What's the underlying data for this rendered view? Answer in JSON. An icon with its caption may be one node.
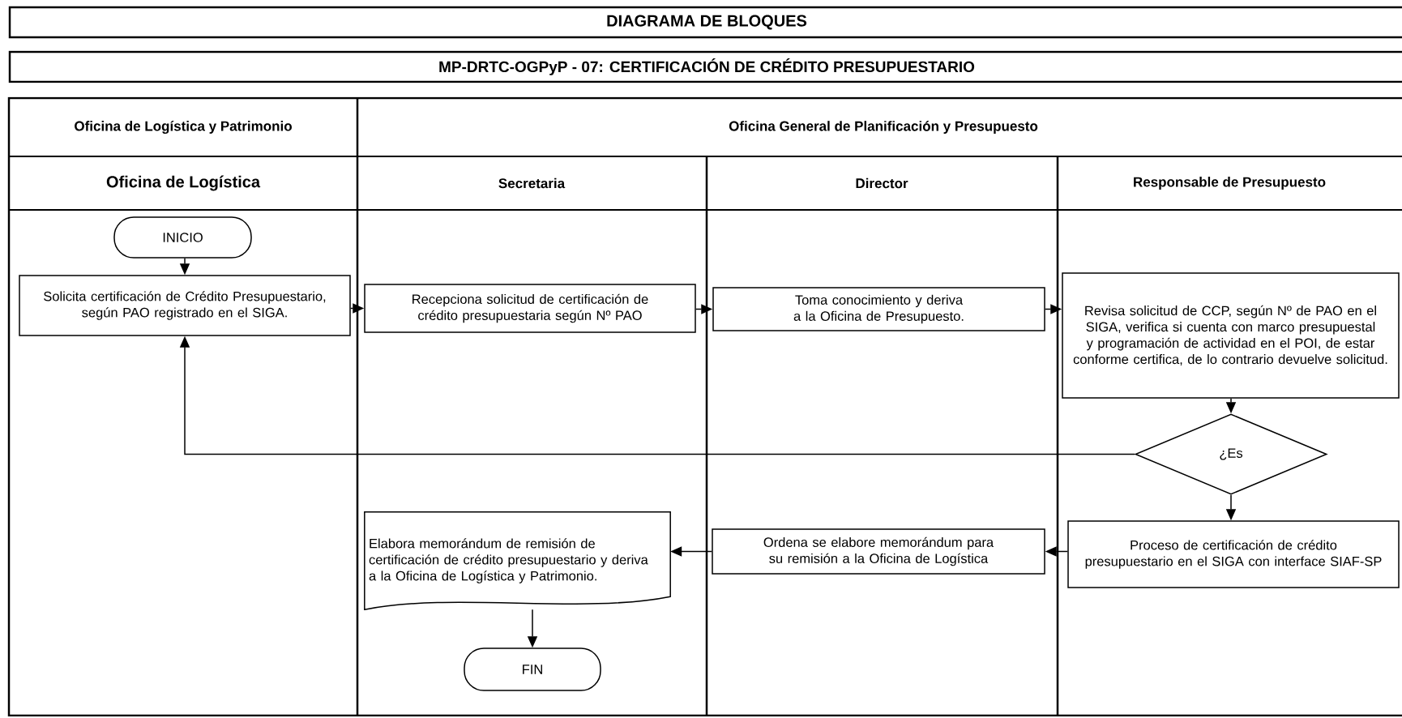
{
  "diagram": {
    "title": "DIAGRAMA DE BLOQUES",
    "nodes": [
      {
        "text": [
          "INICIO"
        ]
      },
      {
        "text": [
          "Solicita certificación de Crédito Presupuestario, según PAO registrado en el SIGA."
        ]
      },
      {
        "text": [
          "Recepciona solicitud de certificación de crédito presupuestaria según Nº PAO"
        ]
      },
      {
        "text": [
          "Toma conocimiento y deriva a la Oficina de Presupuesto."
        ]
      },
      {
        "text": [
          "Revisa solicitud de CCP, según Nº de PAO en el SIGA, verifica si cuenta con marco presupuestal y programación de actividad en el POI, de estar conforme certifica, de lo contrario devuelve solicitud."
        ]
      },
      {
        "text": [
          "¿Es"
        ]
      },
      {
        "text": [
          "Proceso de certificación de crédito presupuestario en el SIGA con interface SIAF-SP"
        ]
      },
      {
        "text": [
          "Ordena se elabore memorándum para su remisión a la Oficina de Logística"
        ]
      },
      {
        "text": [
          "Elabora memorándum de remisión de certificación de crédito presupuestario y deriva a la Oficina de Logística y Patrimonio."
        ]
      },
      {
        "text": [
          "FIN"
        ]
      }
    ],
    "edges": [
      {
        "from": 0,
        "to": 1,
        "arrow": "to"
      },
      {
        "from": 1,
        "to": 2,
        "arrow": "to"
      },
      {
        "from": 2,
        "to": 3,
        "arrow": "to"
      },
      {
        "from": 3,
        "to": 4,
        "arrow": "to"
      },
      {
        "from": 4,
        "to": 5,
        "arrow": "to"
      },
      {
        "from": 5,
        "to": 1,
        "arrow": "to"
      },
      {
        "from": 5,
        "to": 6,
        "arrow": "to"
      },
      {
        "from": 6,
        "to": 7,
        "arrow": "to"
      },
      {
        "from": 7,
        "to": 8,
        "arrow": "to"
      },
      {
        "from": 8,
        "to": 9,
        "arrow": "to"
      }
    ],
    "labels": [
      "MP-DRTC-OGPyP - 07: CERTIFICACIÓN DE CRÉDITO PRESUPUESTARIO",
      "Oficina de Logística y Patrimonio",
      "Oficina General de Planificación y Presupuesto",
      "Oficina de Logística",
      "Secretaria",
      "Director",
      "Responsable de Presupuesto"
    ]
  }
}
